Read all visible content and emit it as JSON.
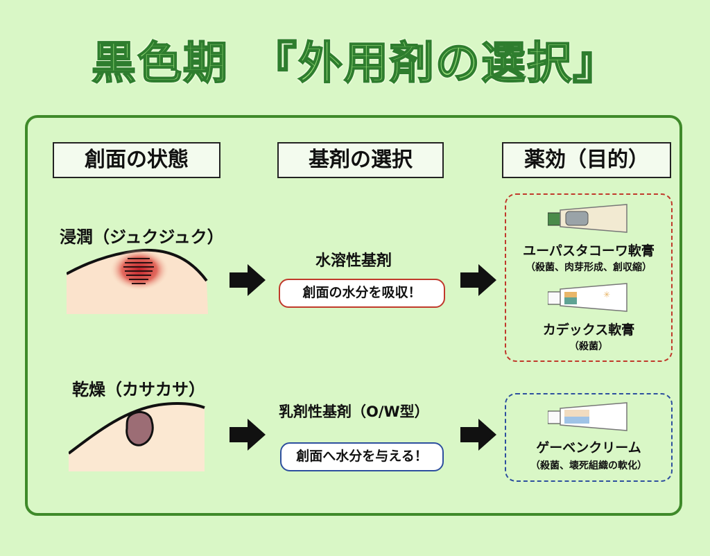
{
  "title": "黒色期　『外用剤の選択』",
  "headers": {
    "wound": "創面の状態",
    "base": "基剤の選択",
    "effect": "薬効（目的）"
  },
  "rows": [
    {
      "condition": "浸潤（ジュクジュク）",
      "base": "水溶性基剤",
      "action": "創面の水分を吸収！",
      "medicines": [
        {
          "name": "ユーパスタコーワ軟膏",
          "note": "（殺菌、肉芽形成、創収縮）"
        },
        {
          "name": "カデックス軟膏",
          "note": "（殺菌）"
        }
      ],
      "accent": "#c0392b"
    },
    {
      "condition": "乾燥（カサカサ）",
      "base": "乳剤性基剤（O/W型）",
      "action": "創面へ水分を与える！",
      "medicines": [
        {
          "name": "ゲーベンクリーム",
          "note": "（殺菌、壊死組織の軟化）"
        }
      ],
      "accent": "#2d4f9e"
    }
  ],
  "colors": {
    "background": "#d9f7c6",
    "panel_border": "#3f8a2a",
    "title_fill": "#9be07a",
    "title_stroke": "#2e7d2e"
  },
  "icons": [
    "wet-wound-illustration",
    "dry-wound-illustration",
    "right-arrow-icon",
    "ointment-tube-icon"
  ]
}
